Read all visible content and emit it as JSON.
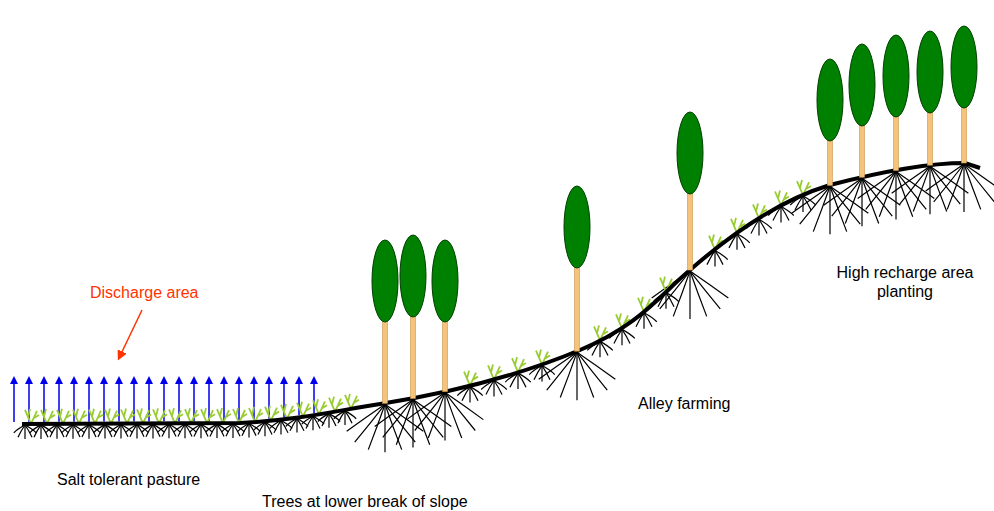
{
  "diagram": {
    "labels": [
      "Discharge area",
      "High recharge area planting",
      "Alley farming",
      "Salt tolerant pasture",
      "Trees at lower break of slope"
    ]
  }
}
